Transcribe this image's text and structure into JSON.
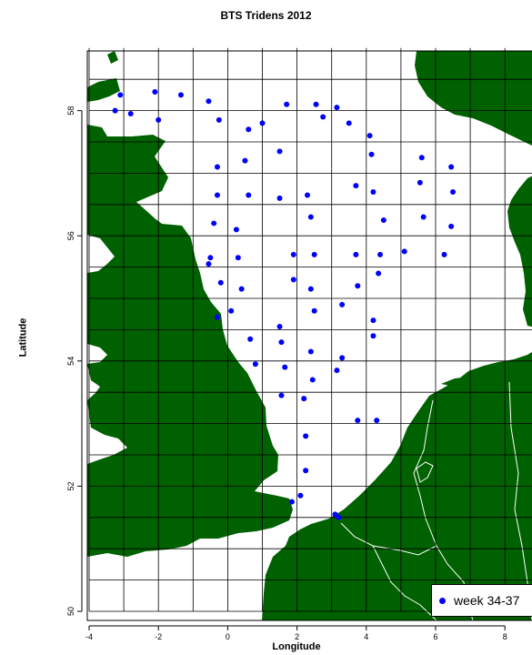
{
  "chart_data": {
    "type": "scatter",
    "title": "BTS Tridens 2012",
    "xlabel": "Longitude",
    "ylabel": "Latitude",
    "xlim": [
      -4,
      9
    ],
    "ylim": [
      49.9,
      59.2
    ],
    "xticks": [
      "-4",
      "-2",
      "0",
      "2",
      "4",
      "6",
      "8"
    ],
    "xtick_values": [
      -4,
      -2,
      0,
      2,
      4,
      6,
      8
    ],
    "yticks": [
      "50",
      "52",
      "54",
      "56",
      "58"
    ],
    "ytick_values": [
      50,
      52,
      54,
      56,
      58
    ],
    "grid": {
      "lon_step": 1,
      "lat_step": 0.5,
      "lon_range": [
        -4,
        9
      ],
      "lat_range": [
        50,
        59
      ]
    },
    "land_color": "#006100",
    "point_color": "#0000ff",
    "legend": {
      "position": "bottom-right",
      "entries": [
        "week 34-37"
      ]
    },
    "series": [
      {
        "name": "week 34-37",
        "points": [
          [
            -3.1,
            58.25
          ],
          [
            -3.25,
            58.0
          ],
          [
            -2.8,
            57.95
          ],
          [
            -2.1,
            58.3
          ],
          [
            -1.35,
            58.25
          ],
          [
            -0.55,
            58.15
          ],
          [
            -0.25,
            57.85
          ],
          [
            -2.0,
            57.85
          ],
          [
            1.0,
            57.8
          ],
          [
            1.7,
            58.1
          ],
          [
            2.55,
            58.1
          ],
          [
            3.15,
            58.05
          ],
          [
            2.75,
            57.9
          ],
          [
            3.5,
            57.8
          ],
          [
            0.6,
            57.7
          ],
          [
            1.5,
            57.35
          ],
          [
            0.5,
            57.2
          ],
          [
            -0.3,
            57.1
          ],
          [
            4.1,
            57.6
          ],
          [
            4.15,
            57.3
          ],
          [
            5.6,
            57.25
          ],
          [
            6.45,
            57.1
          ],
          [
            3.7,
            56.8
          ],
          [
            4.2,
            56.7
          ],
          [
            5.55,
            56.85
          ],
          [
            6.5,
            56.7
          ],
          [
            -0.3,
            56.65
          ],
          [
            0.6,
            56.65
          ],
          [
            1.5,
            56.6
          ],
          [
            2.3,
            56.65
          ],
          [
            2.4,
            56.3
          ],
          [
            4.5,
            56.25
          ],
          [
            5.65,
            56.3
          ],
          [
            6.45,
            56.15
          ],
          [
            -0.4,
            56.2
          ],
          [
            0.25,
            56.1
          ],
          [
            -0.5,
            55.65
          ],
          [
            0.3,
            55.65
          ],
          [
            -0.55,
            55.55
          ],
          [
            1.9,
            55.7
          ],
          [
            2.5,
            55.7
          ],
          [
            3.7,
            55.7
          ],
          [
            4.4,
            55.7
          ],
          [
            5.1,
            55.75
          ],
          [
            6.25,
            55.7
          ],
          [
            4.35,
            55.4
          ],
          [
            3.75,
            55.2
          ],
          [
            -0.2,
            55.25
          ],
          [
            0.4,
            55.15
          ],
          [
            1.9,
            55.3
          ],
          [
            2.4,
            55.15
          ],
          [
            3.3,
            54.9
          ],
          [
            0.1,
            54.8
          ],
          [
            -0.3,
            54.7
          ],
          [
            2.5,
            54.8
          ],
          [
            1.5,
            54.55
          ],
          [
            4.2,
            54.65
          ],
          [
            4.2,
            54.4
          ],
          [
            0.65,
            54.35
          ],
          [
            1.55,
            54.3
          ],
          [
            0.8,
            53.95
          ],
          [
            2.4,
            54.15
          ],
          [
            3.3,
            54.05
          ],
          [
            1.65,
            53.9
          ],
          [
            2.45,
            53.7
          ],
          [
            3.15,
            53.85
          ],
          [
            1.55,
            53.45
          ],
          [
            2.2,
            53.4
          ],
          [
            3.75,
            53.05
          ],
          [
            4.3,
            53.05
          ],
          [
            2.25,
            52.8
          ],
          [
            2.25,
            52.25
          ],
          [
            2.1,
            51.85
          ],
          [
            1.85,
            51.75
          ],
          [
            3.1,
            51.55
          ],
          [
            3.2,
            51.5
          ]
        ]
      }
    ]
  }
}
